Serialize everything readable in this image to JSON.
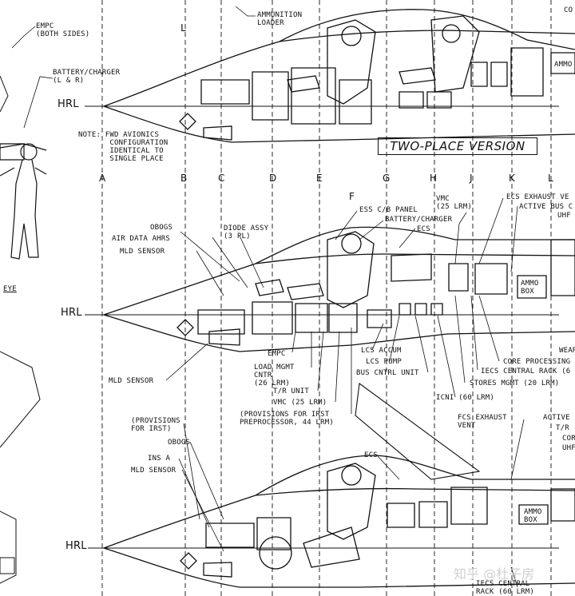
{
  "title_box": "TWO-PLACE VERSION",
  "watermark": "知乎 @杜子房",
  "reference_line": "HRL",
  "stations": [
    "A",
    "B",
    "C",
    "D",
    "E",
    "F",
    "G",
    "H",
    "J",
    "K",
    "L"
  ],
  "top_labels": {
    "empc": "EMPC\n(BOTH SIDES)",
    "battery": "BATTERY/CHARGER\n(L & R)",
    "ammo": "AMMUNITION\nLOADER",
    "note": "NOTE: FWD AVIONICS\n       CONFIGURATION\n       IDENTICAL TO\n       SINGLE PLACE",
    "l_mark": "L",
    "co": "CO",
    "ammo_box": "AMMO",
    "eye": "EYE"
  },
  "mid_labels": {
    "obogs": "OBOGS",
    "air_data": "AIR DATA AHRS",
    "mld": "MLD SENSOR",
    "diode": "DIODE ASSY\n(3 PL)",
    "ess": "ESS C/B PANEL",
    "battery": "BATTERY/CHARGER",
    "vmc": "VMC\n(25 LRM)",
    "ecs": "ECS",
    "ecs_exhaust": "ECS EXHAUST VE",
    "active_bus": "ACTIVE BUS C",
    "uhf": "UHF",
    "ammo_box": "AMMO\nBOX",
    "mld2": "MLD SENSOR",
    "empc": "EMPC",
    "load_mgmt": "LOAD MGMT\nCNTR\n(26 LRM)",
    "tr_unit": "T/R UNIT",
    "vmc2": "VMC (25 LRM)",
    "prov_irst": "(PROVISIONS FOR IRST\nPREPROCESSOR, 44 LRM)",
    "lcs_accum": "LCS ACCUM",
    "lcs_pump": "LCS PUMP",
    "bus_cntrl": "BUS CNTRL UNIT",
    "icni": "ICNI (60 LRM)",
    "core_proc": "CORE PROCESSING",
    "iecs_rack": "IECS CENTRAL RACK (6",
    "stores": "STORES MGMT (20 LRM)",
    "wear": "WEAR",
    "provisions": "(PROVISIONS\nFOR IRST)"
  },
  "bot_labels": {
    "obogs": "OBOGS",
    "ins": "INS A",
    "mld": "MLD SENSOR",
    "ecs": "ECS",
    "fcs_exhaust": "FCS EXHAUST\nVENT",
    "active": "ACTIVE",
    "tr": "T/R",
    "cor": "COR",
    "uhf": "UHF",
    "ammo_box": "AMMO\nBOX",
    "iecs": "IECS CENTRAL\nRACK (60 LRM)"
  }
}
